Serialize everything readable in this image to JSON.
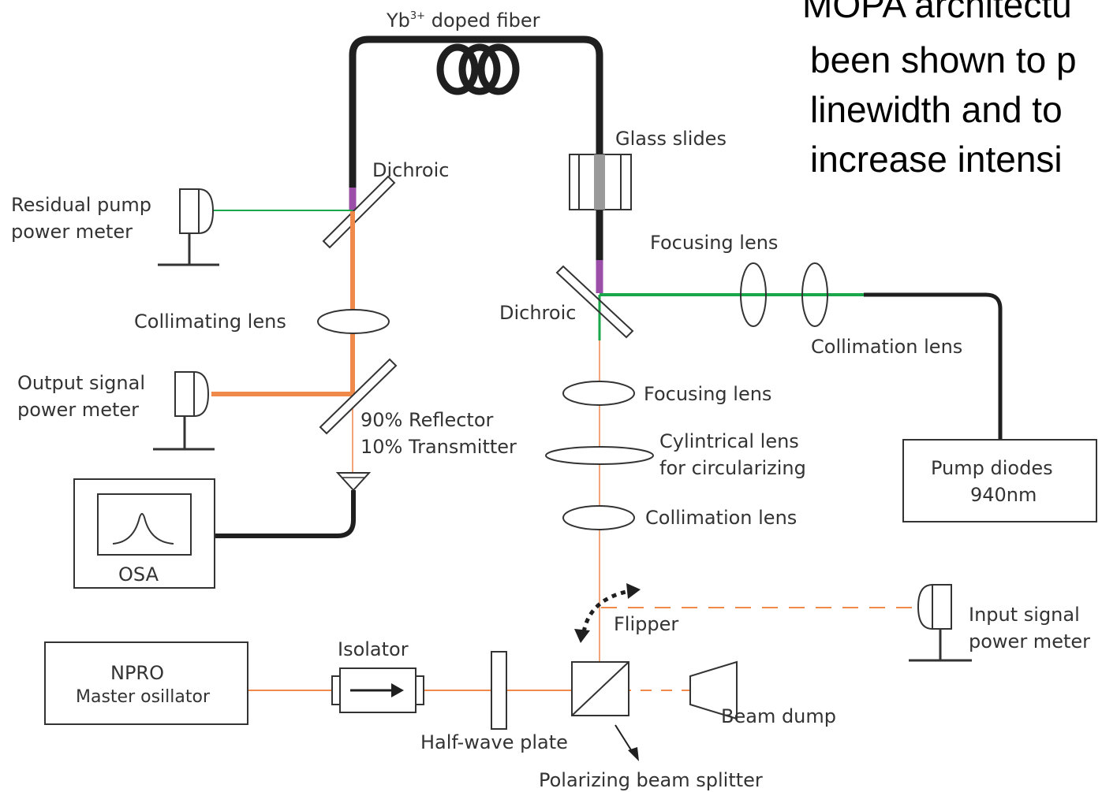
{
  "caption": {
    "lines": [
      "MOPA architectu",
      "been shown to p",
      "linewidth and to",
      "increase intensi"
    ]
  },
  "labels": {
    "fiber_main": "Yb",
    "fiber_sup": "3+",
    "fiber_rest": " doped fiber",
    "glass_slides": "Glass slides",
    "dichroic_top": "Dichroic",
    "residual_pump_1": "Residual pump",
    "residual_pump_2": "power meter",
    "focusing_lens_top": "Focusing lens",
    "dichroic_mid": "Dichroic",
    "collimating_lens": "Collimating lens",
    "collimation_lens_right": "Collimation lens",
    "output_signal_1": "Output signal",
    "output_signal_2": "power meter",
    "focusing_lens_mid": "Focusing lens",
    "reflector_1": "90% Reflector",
    "reflector_2": "10% Transmitter",
    "cylindrical_1": "Cylintrical lens",
    "cylindrical_2": "for circularizing",
    "pump_diodes_1": "Pump diodes",
    "pump_diodes_2": "940nm",
    "osa": "OSA",
    "collimation_lens_mid": "Collimation lens",
    "input_signal_1": "Input signal",
    "input_signal_2": "power meter",
    "flipper": "Flipper",
    "isolator": "Isolator",
    "npro_1": "NPRO",
    "npro_2": "Master osillator",
    "beam_dump": "Beam dump",
    "half_wave_plate": "Half-wave plate",
    "polarizing_bs": "Polarizing beam splitter"
  },
  "colors": {
    "fiber": "#1f1f1f",
    "pump_beam": "#1aa64a",
    "residual_pump": "#1aa64a",
    "signal_strong": "#f08a4b",
    "signal_weak": "#f2a57a",
    "fiber_end": "#9b4fa8",
    "outline": "#333333"
  }
}
